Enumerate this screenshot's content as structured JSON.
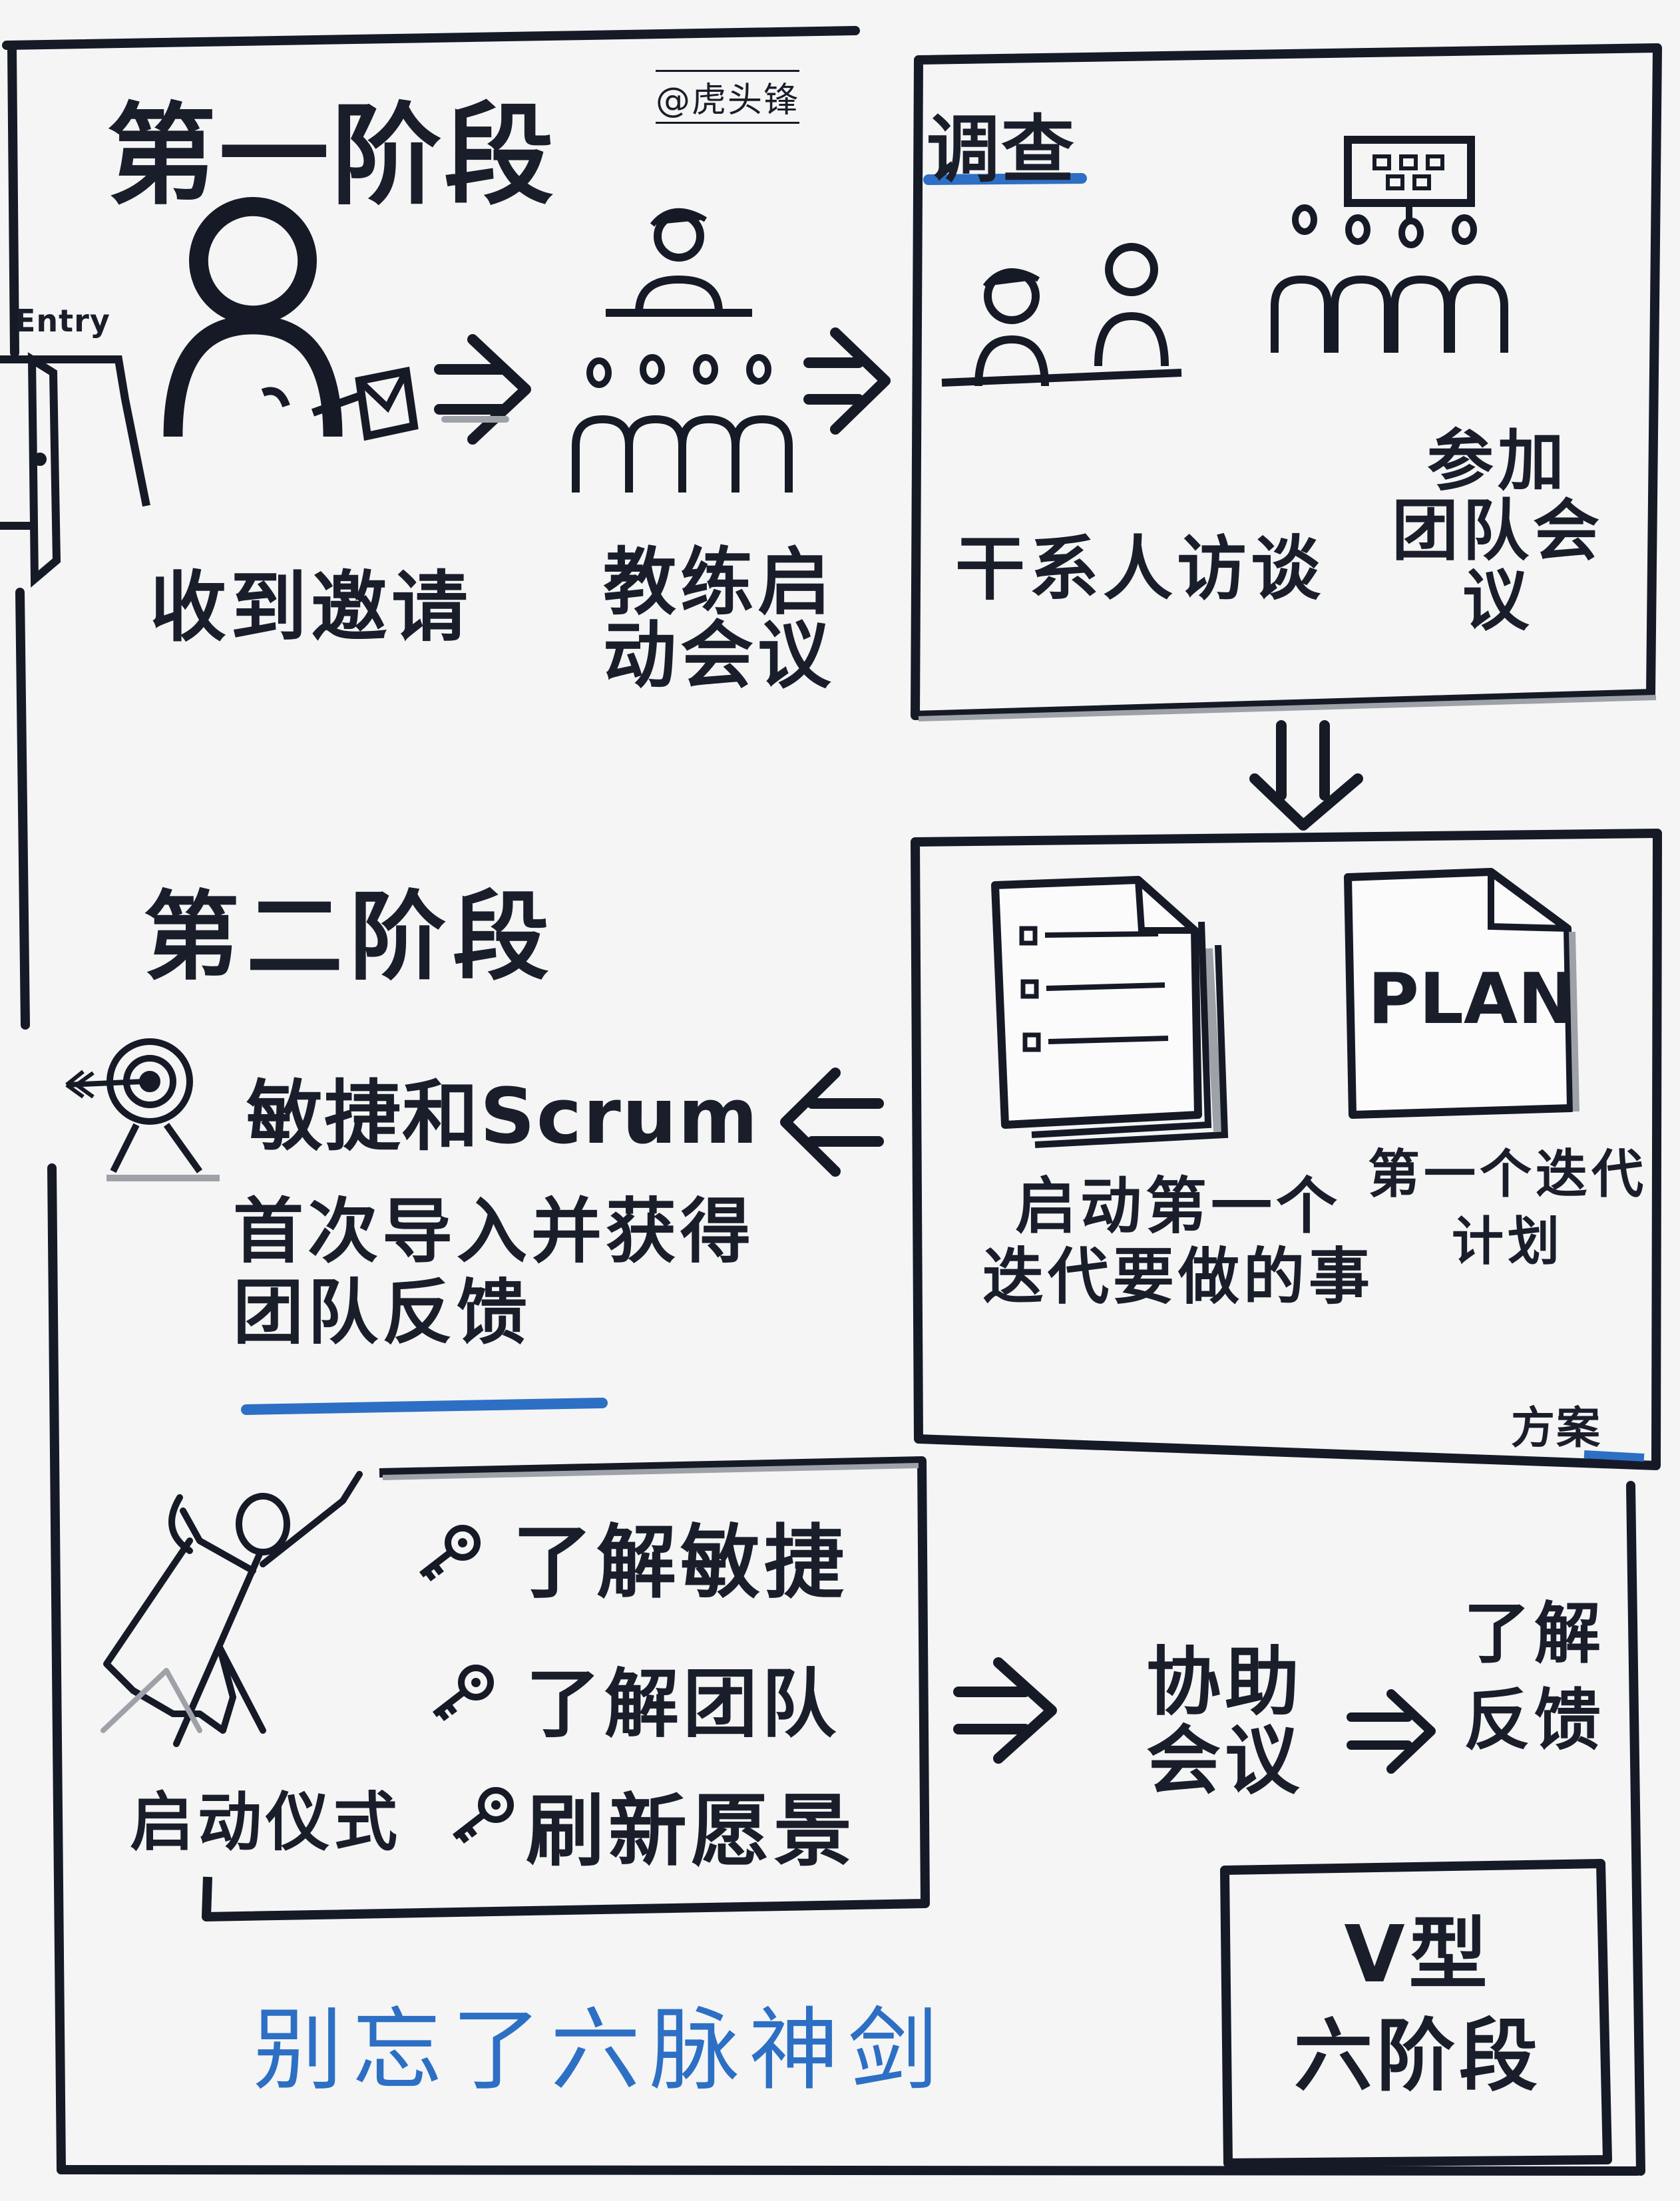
{
  "watermark": "@虎头锋",
  "entry_label": "Entry",
  "phase1": {
    "title": "第一阶段",
    "step_invite": "收到邀请",
    "step_kickoff": "教练启\n动会议"
  },
  "survey": {
    "title": "调查",
    "interview": "干系人访谈",
    "team_meeting": "参加\n团队会议"
  },
  "plan": {
    "doc_label": "PLAN",
    "first_iteration": "启动第一个\n迭代要做的事",
    "iteration_plan": "第一个迭代\n计划",
    "corner_label": "方案"
  },
  "phase2": {
    "title": "第二阶段",
    "agile_scrum": "敏捷和Scrum",
    "guide_feedback": "首次导入并获得\n团队反馈"
  },
  "launch": {
    "ceremony": "启动仪式",
    "key1": "了解敏捷",
    "key2": "了解团队",
    "key3": "刷新愿景"
  },
  "assist": {
    "meeting": "协助\n会议",
    "feedback": "了解\n反馈"
  },
  "vtype": "V型\n六阶段",
  "footer": "别忘了六脉神剑",
  "colors": {
    "ink": "#161a26",
    "accent_blue": "#2d6fc4",
    "shadow_gray": "#9ea2a8",
    "paper": "#f4f5f4"
  }
}
